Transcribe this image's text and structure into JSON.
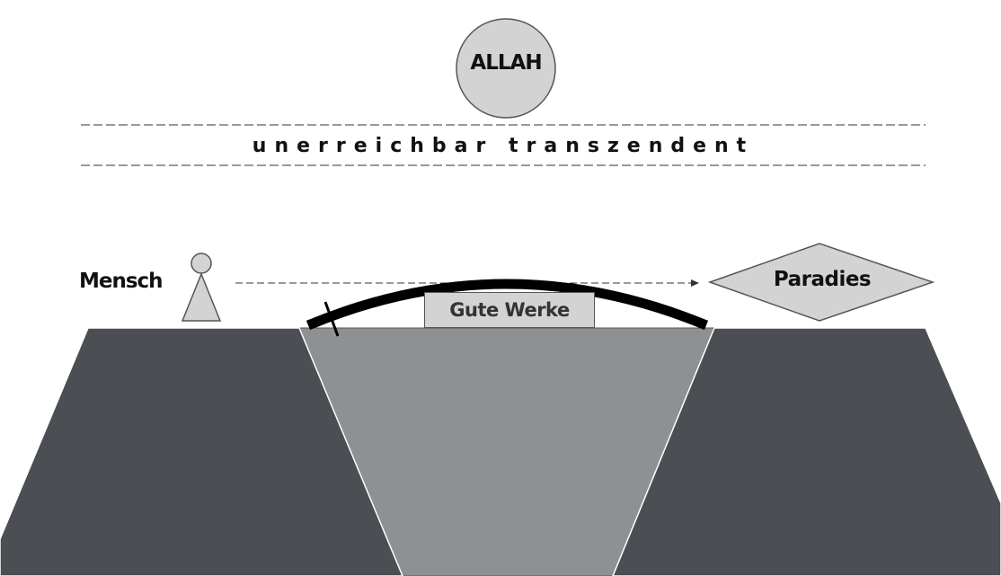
{
  "labels": {
    "god": "ALLAH",
    "transcendence": "unerreichbar transzendent",
    "human": "Mensch",
    "paradise": "Paradies",
    "good_works": "Gute Werke"
  },
  "colors": {
    "cliff": "#4b4e52",
    "chasm": "#8e9194",
    "shape_fill": "#d3d3d3",
    "stroke": "#555555",
    "bridge": "#000000"
  }
}
